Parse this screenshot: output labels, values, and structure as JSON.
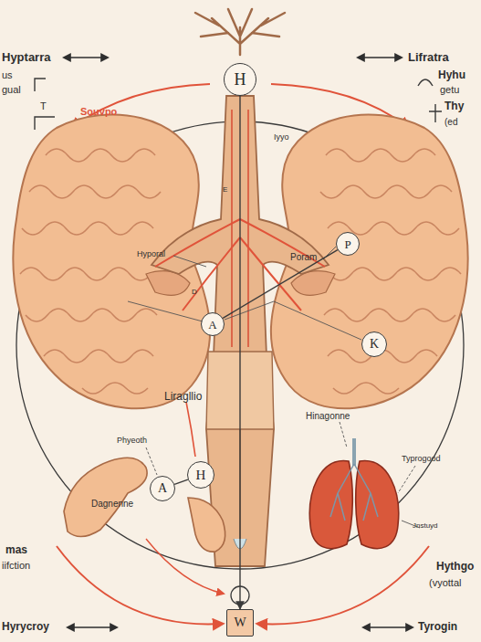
{
  "diagram": {
    "nodes": [
      {
        "text": [
          "H"
        ]
      },
      {
        "text": [
          "P"
        ]
      },
      {
        "text": [
          "K"
        ]
      },
      {
        "text": [
          "A"
        ]
      },
      {
        "text": [
          "A"
        ]
      },
      {
        "text": [
          "H"
        ]
      },
      {
        "text": [
          "W"
        ]
      }
    ],
    "edges": [
      {
        "from": 3,
        "to": 1,
        "arrow": "none"
      },
      {
        "from": 4,
        "to": 5,
        "arrow": "none"
      },
      {
        "from": 0,
        "to": 6,
        "arrow": "to"
      }
    ],
    "labels": [
      "Hyptarra",
      "us",
      "gual",
      "T",
      "Souvpo",
      "Lifratra",
      "Hyhu",
      "getu",
      "Thy",
      "(ed",
      "Iyyo",
      "Hyporal",
      "Poram",
      "Liragllio",
      "Phyeoth",
      "Dagnenne",
      "Hinagonne",
      "Typrogood",
      "Jnstuyd",
      "Hythgo",
      "(vyottal",
      "mas",
      "iifction",
      "Hyrycroy",
      "Tyrogin",
      "D",
      "E"
    ]
  }
}
